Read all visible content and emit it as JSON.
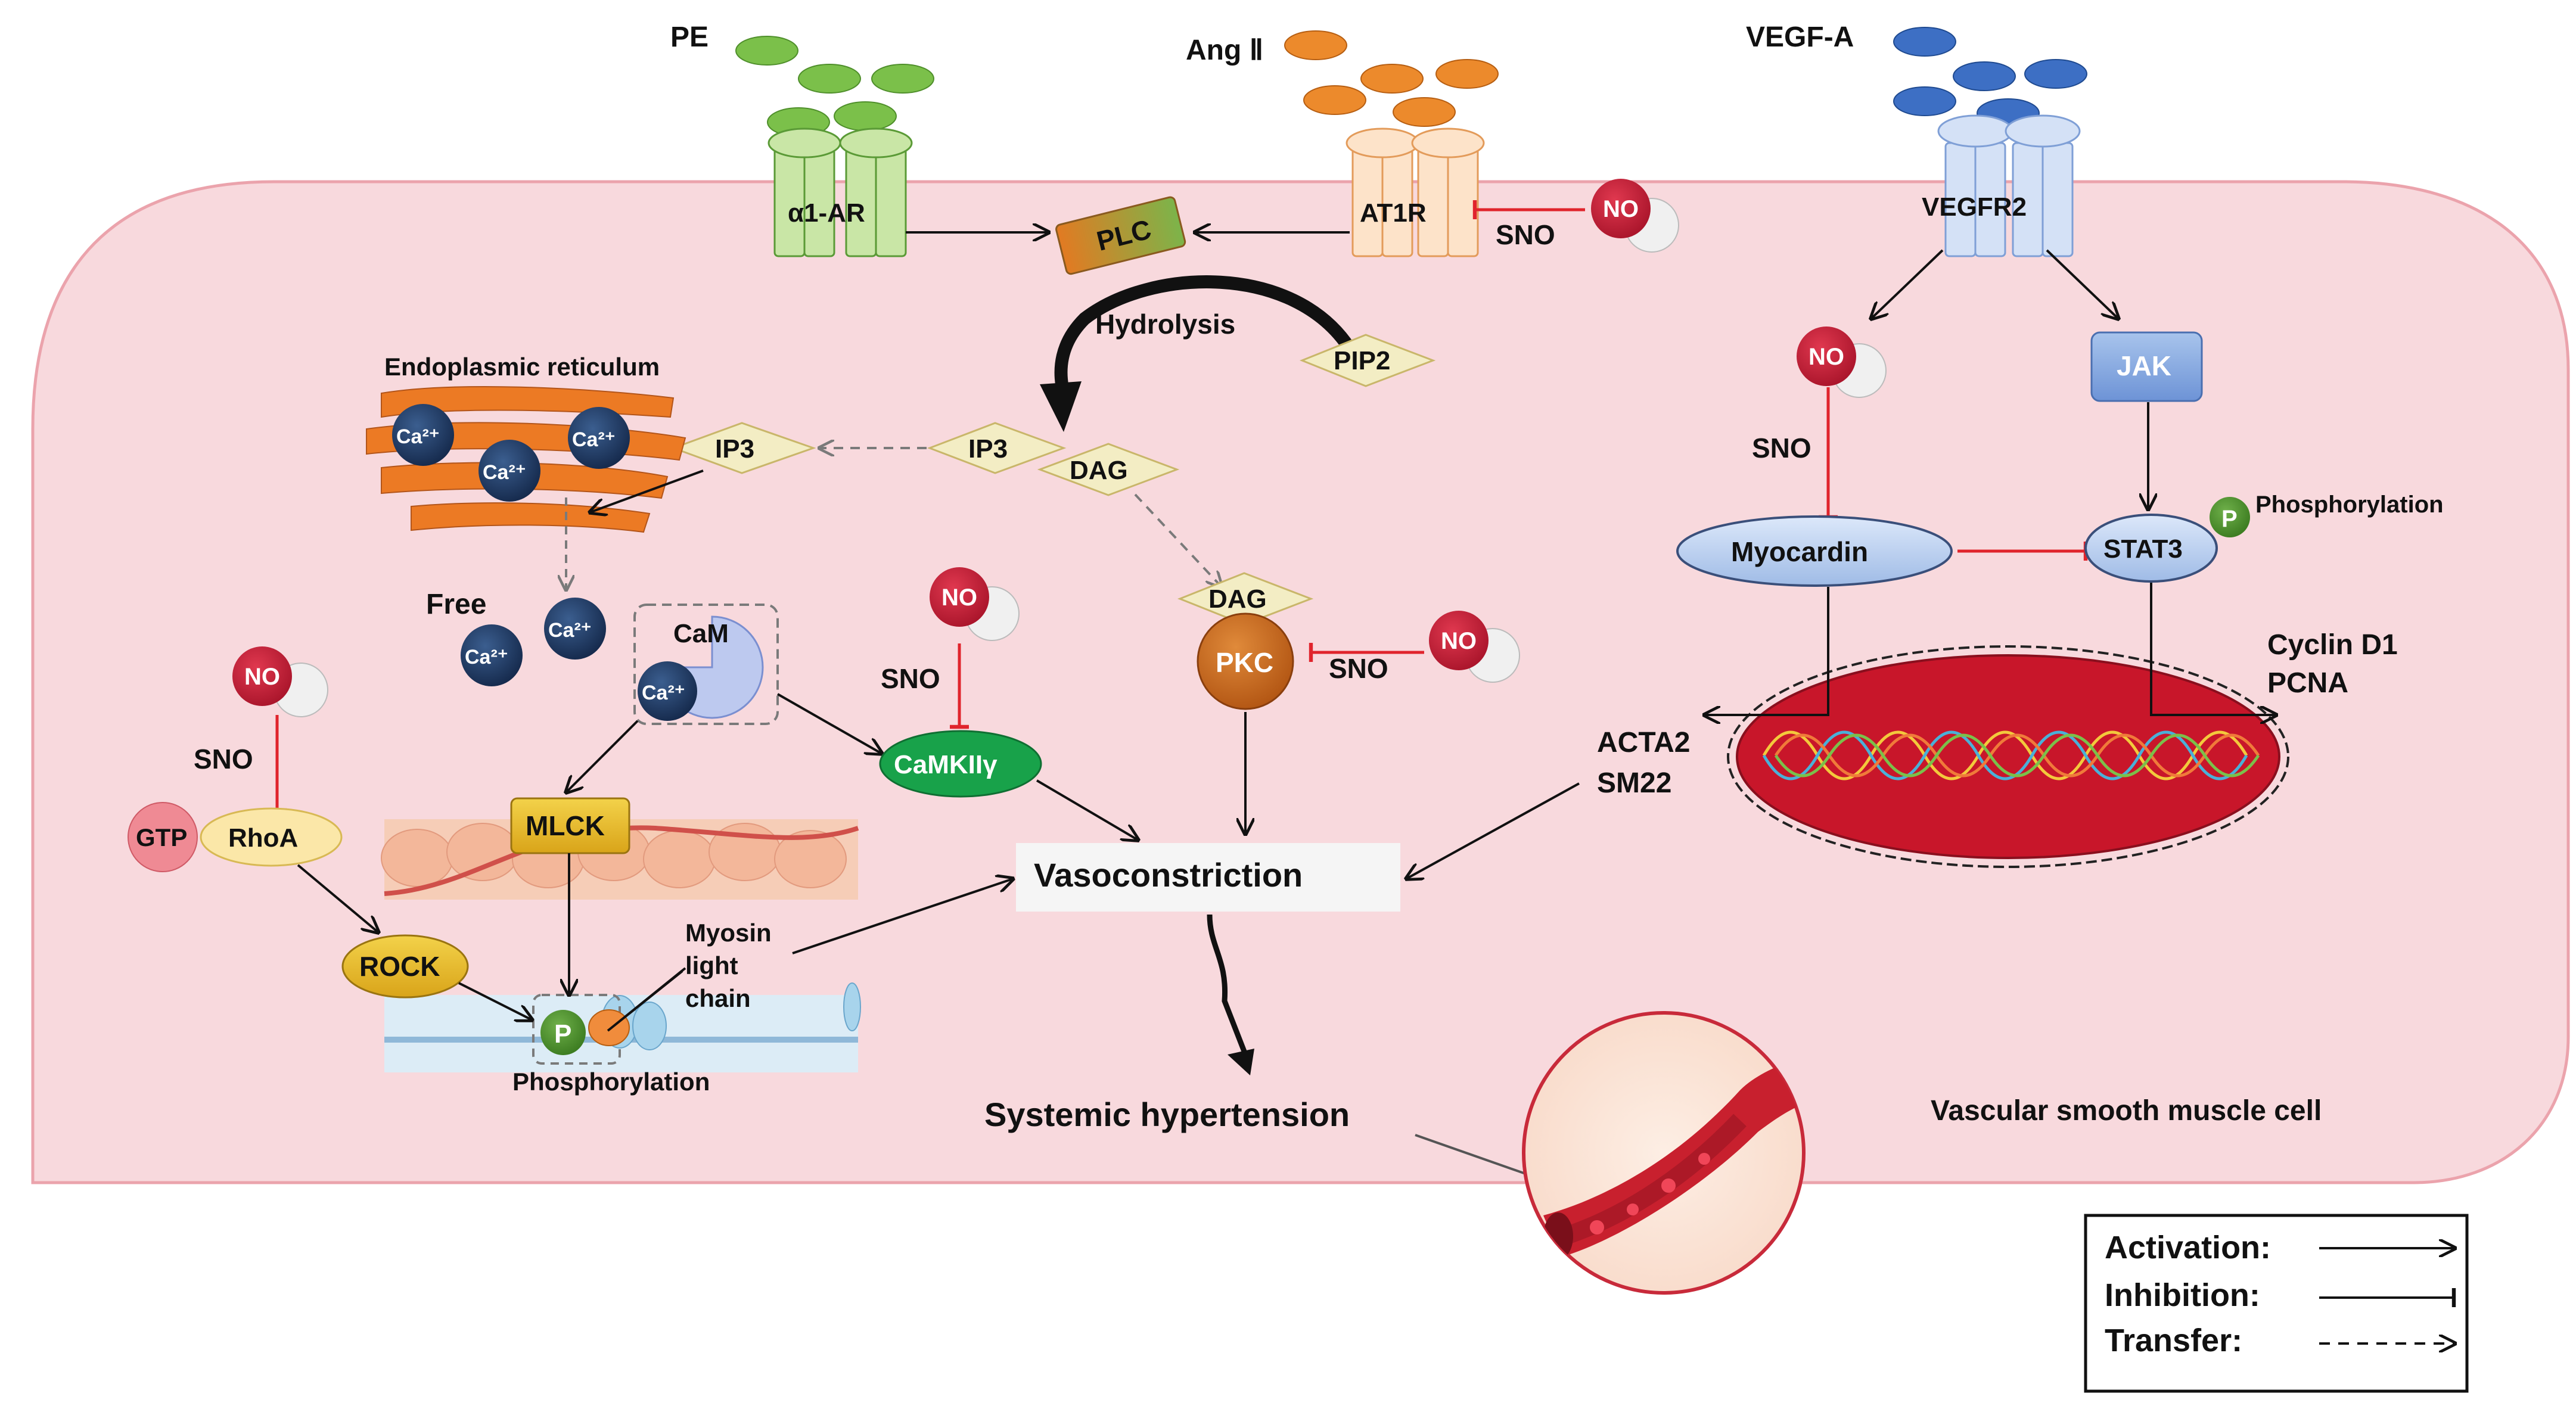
{
  "ligands": {
    "pe": "PE",
    "ang": "Ang Ⅱ",
    "vegf": "VEGF-A"
  },
  "receptors": {
    "a1ar": "α1-AR",
    "at1r": "AT1R",
    "vegfr2": "VEGFR2"
  },
  "enzymes": {
    "plc": "PLC",
    "jak": "JAK",
    "pkc": "PKC",
    "mlck": "MLCK",
    "rock": "ROCK",
    "rhoa": "RhoA",
    "gtp": "GTP",
    "camk": "CaMKIIγ",
    "cam": "CaM"
  },
  "molecules": {
    "pip2": "PIP2",
    "ip3": "IP3",
    "dag": "DAG",
    "stat3": "STAT3",
    "myocardin": "Myocardin",
    "p": "P",
    "ca": "Ca²⁺"
  },
  "labels": {
    "hydrolysis": "Hydrolysis",
    "er": "Endoplasmic reticulum",
    "free": "Free",
    "no": "NO",
    "sno": "SNO",
    "phosphorylation": "Phosphorylation",
    "myosin1": "Myosin",
    "myosin2": "light",
    "myosin3": "chain",
    "vasoconstriction": "Vasoconstriction",
    "hypertension": "Systemic hypertension",
    "cell": "Vascular smooth muscle cell",
    "acta2": "ACTA2",
    "sm22": "SM22",
    "cyclin": "Cyclin D1",
    "pcna": "PCNA"
  },
  "legend": {
    "activation": "Activation:",
    "inhibition": "Inhibition:",
    "transfer": "Transfer:"
  },
  "colors": {
    "cell_fill": "#f8d9dd",
    "cell_stroke": "#eba3ac",
    "no_red": "#c41e3a",
    "inhibit_red": "#e0242c",
    "ca_navy": "#1f3b63",
    "pe_green": "#7bc04a",
    "ang_orange": "#ec8a2c",
    "vegf_blue": "#3d6fc4",
    "nucleus": "#c8162a",
    "phospho_green": "#4a8f2a",
    "pip_fill": "#f3edc4",
    "pip_stroke": "#c9b66a"
  }
}
